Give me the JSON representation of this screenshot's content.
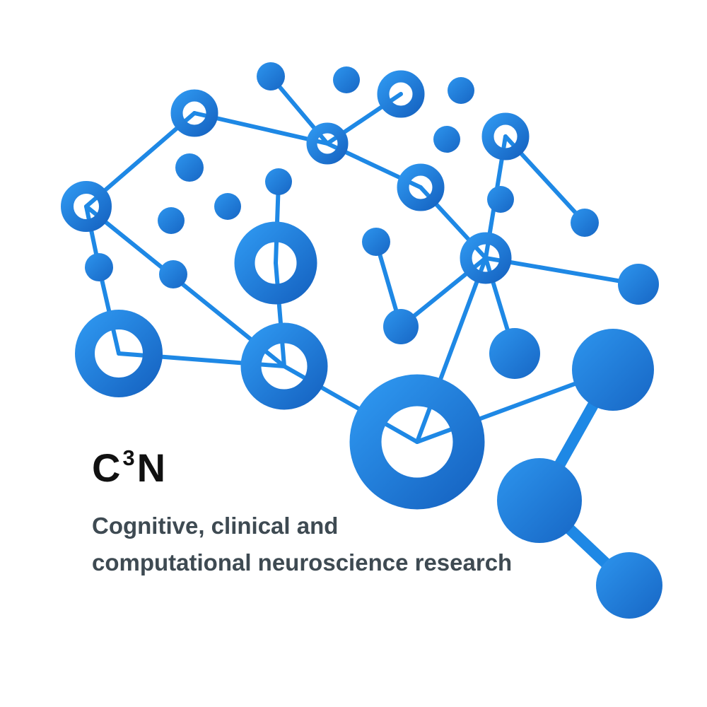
{
  "colors": {
    "accent": "#1e88e5",
    "accent_light": "#2d95ee",
    "accent_dark": "#1766c4",
    "brand_text": "#111111",
    "tagline_text": "#3e4a52",
    "background": "#ffffff"
  },
  "logo": {
    "brand_prefix": "C",
    "brand_superscript": "3",
    "brand_suffix": "N",
    "tagline_line1": "Cognitive, clinical and",
    "tagline_line2": "computational neuroscience research"
  },
  "graphic": {
    "icon": "brain-network-icon"
  }
}
